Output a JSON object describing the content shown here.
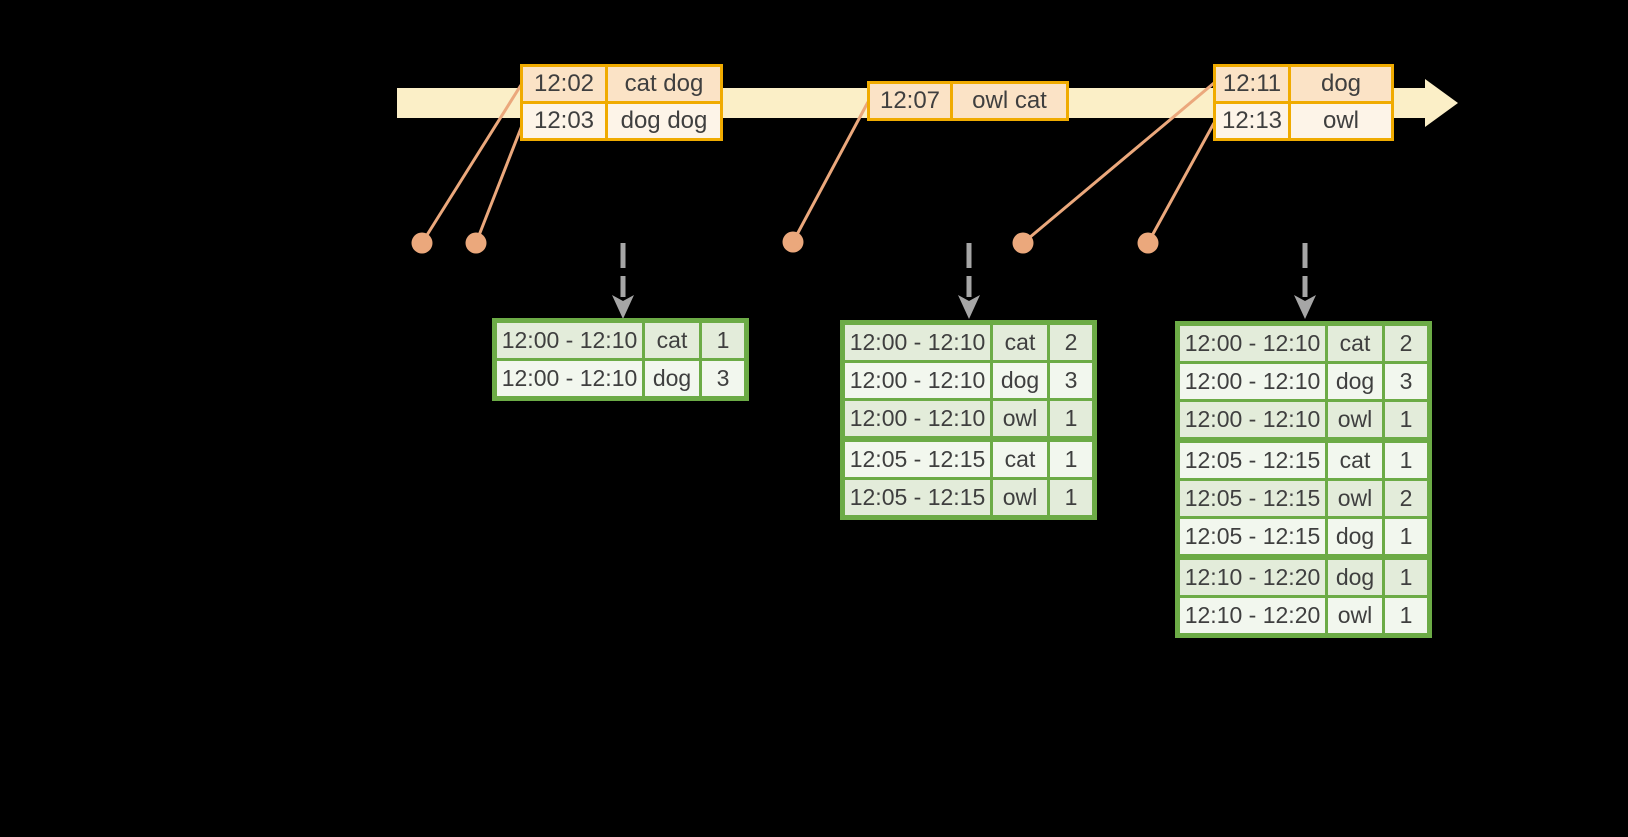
{
  "colors": {
    "background": "#000000",
    "timeline_band": "#FBEFC7",
    "event_border": "#F0AB00",
    "event_fill_odd": "#FBE3C6",
    "event_fill_even": "#FDF4E8",
    "connector": "#EBA87C",
    "trigger_arrow": "#A6A6A6",
    "result_border": "#6CAB46",
    "result_fill_odd": "#E3ECDA",
    "result_fill_even": "#F2F7EE",
    "text": "#3F3F3F"
  },
  "icons": {
    "timeline_arrow": "right-arrow",
    "trigger_arrow": "down-dashed-arrow",
    "event_marker": "dot"
  },
  "event_tables": [
    {
      "rows": [
        [
          "12:02",
          "cat dog"
        ],
        [
          "12:03",
          "dog dog"
        ]
      ]
    },
    {
      "rows": [
        [
          "12:07",
          "owl cat"
        ]
      ]
    },
    {
      "rows": [
        [
          "12:11",
          "dog"
        ],
        [
          "12:13",
          "owl"
        ]
      ]
    }
  ],
  "result_tables": [
    {
      "rows": [
        [
          "12:00 - 12:10",
          "cat",
          "1"
        ],
        [
          "12:00 - 12:10",
          "dog",
          "3"
        ]
      ],
      "group_breaks": []
    },
    {
      "rows": [
        [
          "12:00 - 12:10",
          "cat",
          "2"
        ],
        [
          "12:00 - 12:10",
          "dog",
          "3"
        ],
        [
          "12:00 - 12:10",
          "owl",
          "1"
        ],
        [
          "12:05 - 12:15",
          "cat",
          "1"
        ],
        [
          "12:05 - 12:15",
          "owl",
          "1"
        ]
      ],
      "group_breaks": [
        3
      ]
    },
    {
      "rows": [
        [
          "12:00 - 12:10",
          "cat",
          "2"
        ],
        [
          "12:00 - 12:10",
          "dog",
          "3"
        ],
        [
          "12:00 - 12:10",
          "owl",
          "1"
        ],
        [
          "12:05 - 12:15",
          "cat",
          "1"
        ],
        [
          "12:05 - 12:15",
          "owl",
          "2"
        ],
        [
          "12:05 - 12:15",
          "dog",
          "1"
        ],
        [
          "12:10 - 12:20",
          "dog",
          "1"
        ],
        [
          "12:10 - 12:20",
          "owl",
          "1"
        ]
      ],
      "group_breaks": [
        3,
        6
      ]
    }
  ]
}
